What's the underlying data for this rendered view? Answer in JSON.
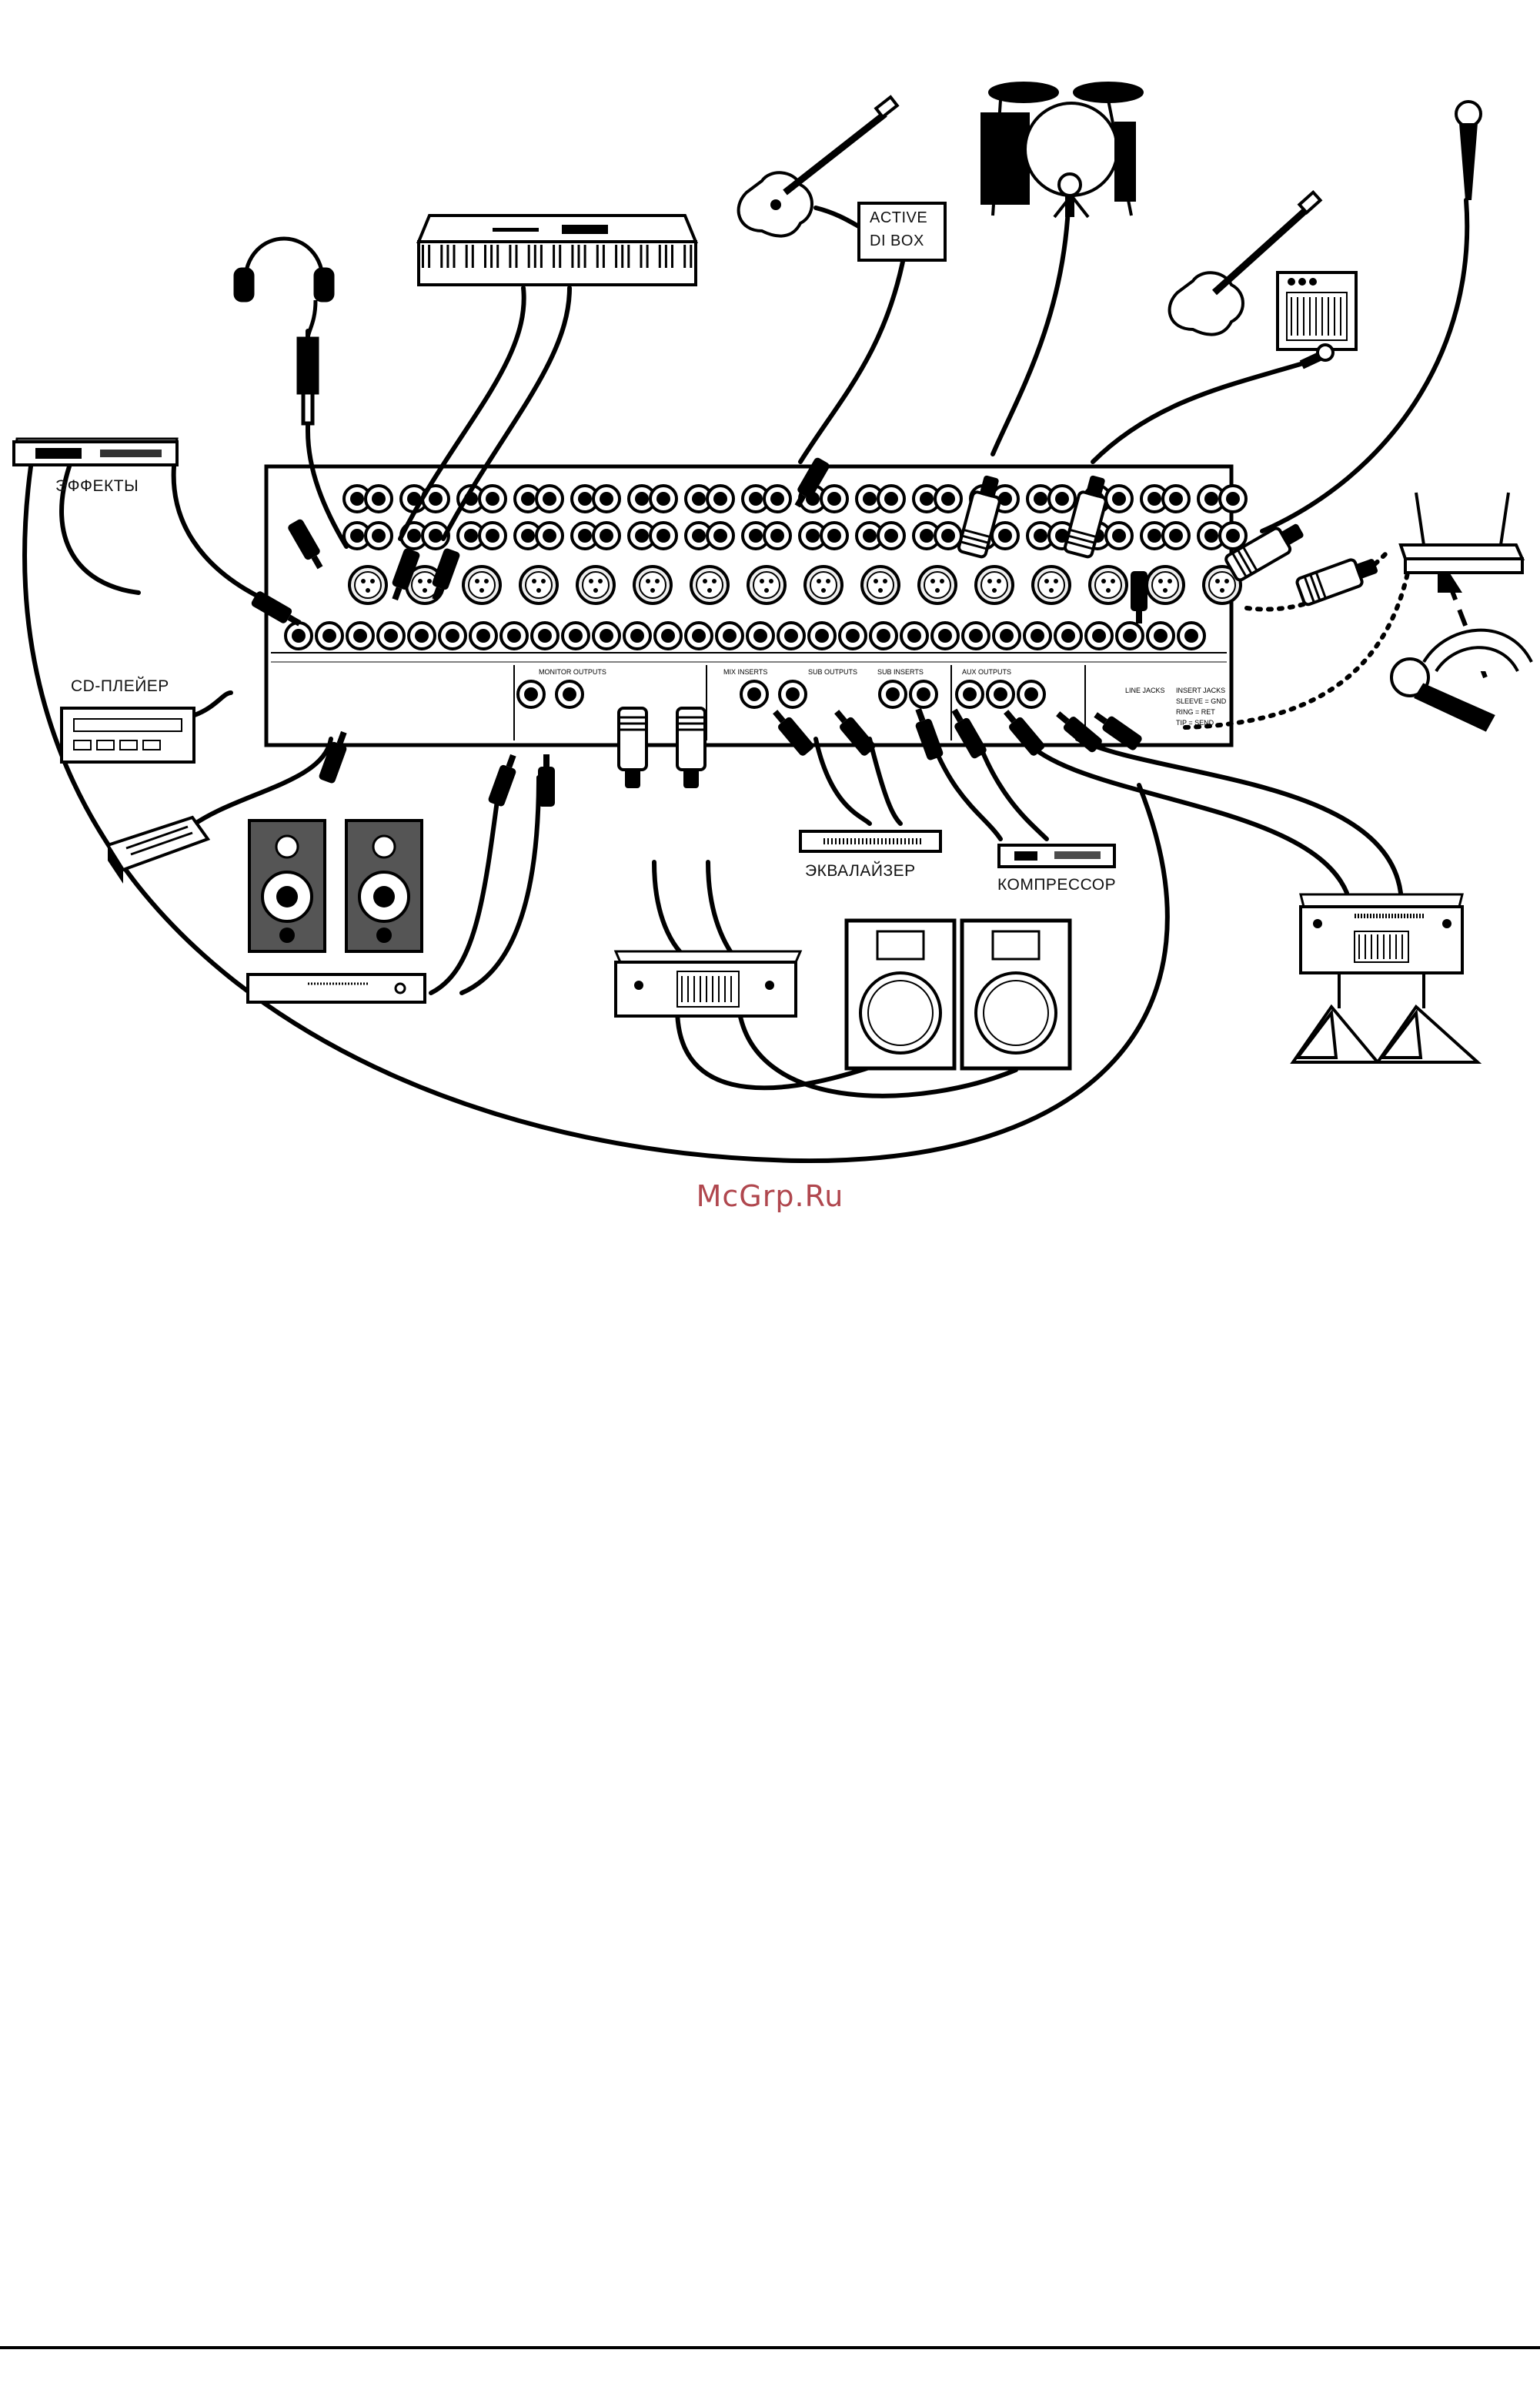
{
  "labels": {
    "effects": "ЭФФЕКТЫ",
    "cd_player": "CD-ПЛЕЙЕР",
    "active_di_line1": "ACTIVE",
    "active_di_line2": "DI BOX",
    "equalizer": "ЭКВАЛАЙЗЕР",
    "compressor": "КОМПРЕССОР"
  },
  "mixer_text": {
    "monitor_outputs": "MONITOR OUTPUTS",
    "mix_inserts": "MIX INSERTS",
    "sub_outputs": "SUB OUTPUTS",
    "sub_inserts": "SUB INSERTS",
    "aux_outputs": "AUX OUTPUTS",
    "insert_legend": [
      "LINE JACKS",
      "INSERT JACKS",
      "SLEEVE = GND",
      "RING = RET",
      "TIP = SEND"
    ]
  },
  "watermark": "McGrp.Ru",
  "colors": {
    "ink": "#000000",
    "paper": "#ffffff",
    "watermark": "#b0474e"
  },
  "icons": [
    "headphones-icon",
    "keyboard-icon",
    "guitar-icon",
    "drum-kit-icon",
    "microphone-icon",
    "amp-icon",
    "speaker-icon",
    "wireless-receiver-icon"
  ]
}
